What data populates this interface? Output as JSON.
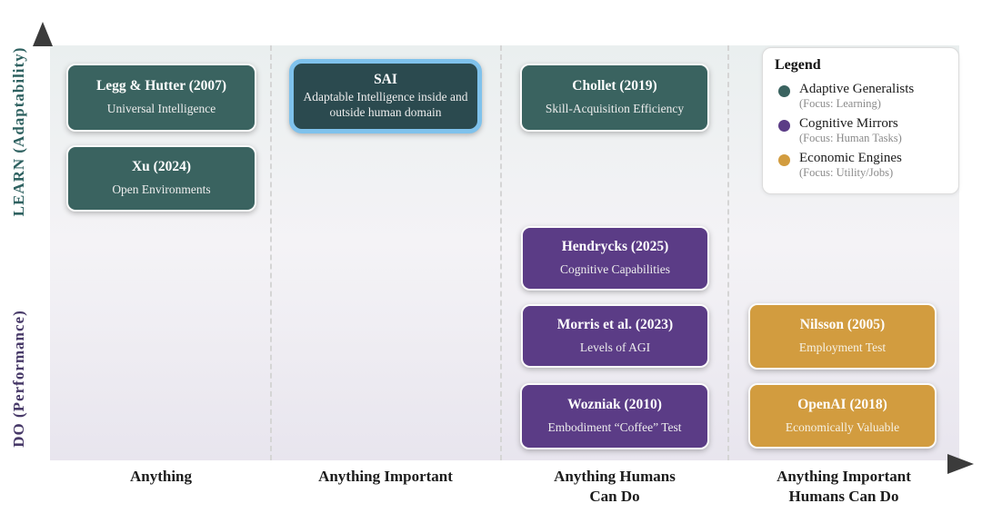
{
  "figure": {
    "y_axis": {
      "top_label": "LEARN (Adaptability)",
      "bottom_label": "DO (Performance)"
    },
    "x_axis": {
      "labels": [
        {
          "line1": "Anything",
          "line2": ""
        },
        {
          "line1": "Anything Important",
          "line2": ""
        },
        {
          "line1": "Anything Humans",
          "line2": "Can Do"
        },
        {
          "line1": "Anything Important",
          "line2": "Humans Can Do"
        }
      ]
    }
  },
  "colors": {
    "teal": "#3A6360",
    "teal_dark": "#2B4A4F",
    "highlight_border": "#7FC2EC",
    "purple": "#5B3C86",
    "gold": "#D29C3F",
    "learn_label": "#2E6160",
    "do_label": "#473968"
  },
  "nodes": [
    {
      "title": "Legg & Hutter (2007)",
      "subtitle": "Universal Intelligence",
      "group": "Adaptive Generalists",
      "column": "Anything"
    },
    {
      "title": "Xu (2024)",
      "subtitle": "Open Environments",
      "group": "Adaptive Generalists",
      "column": "Anything"
    },
    {
      "title": "SAI",
      "subtitle": "Adaptable Intelligence inside and outside human domain",
      "group": "Adaptive Generalists",
      "column": "Anything Important",
      "highlighted": true
    },
    {
      "title": "Chollet (2019)",
      "subtitle": "Skill-Acquisition Efficiency",
      "group": "Adaptive Generalists",
      "column": "Anything Humans Can Do"
    },
    {
      "title": "Hendrycks (2025)",
      "subtitle": "Cognitive Capabilities",
      "group": "Cognitive Mirrors",
      "column": "Anything Humans Can Do"
    },
    {
      "title": "Morris et al. (2023)",
      "subtitle": "Levels of AGI",
      "group": "Cognitive Mirrors",
      "column": "Anything Humans Can Do"
    },
    {
      "title": "Wozniak (2010)",
      "subtitle": "Embodiment “Coffee” Test",
      "group": "Cognitive Mirrors",
      "column": "Anything Humans Can Do"
    },
    {
      "title": "Nilsson (2005)",
      "subtitle": "Employment Test",
      "group": "Economic Engines",
      "column": "Anything Important Humans Can Do"
    },
    {
      "title": "OpenAI (2018)",
      "subtitle": "Economically Valuable",
      "group": "Economic Engines",
      "column": "Anything Important Humans Can Do"
    }
  ],
  "legend": {
    "title": "Legend",
    "items": [
      {
        "label": "Adaptive Generalists",
        "focus": "(Focus: Learning)",
        "color": "#3A6360"
      },
      {
        "label": "Cognitive Mirrors",
        "focus": "(Focus: Human Tasks)",
        "color": "#5B3C86"
      },
      {
        "label": "Economic Engines",
        "focus": "(Focus: Utility/Jobs)",
        "color": "#D29C3F"
      }
    ]
  }
}
